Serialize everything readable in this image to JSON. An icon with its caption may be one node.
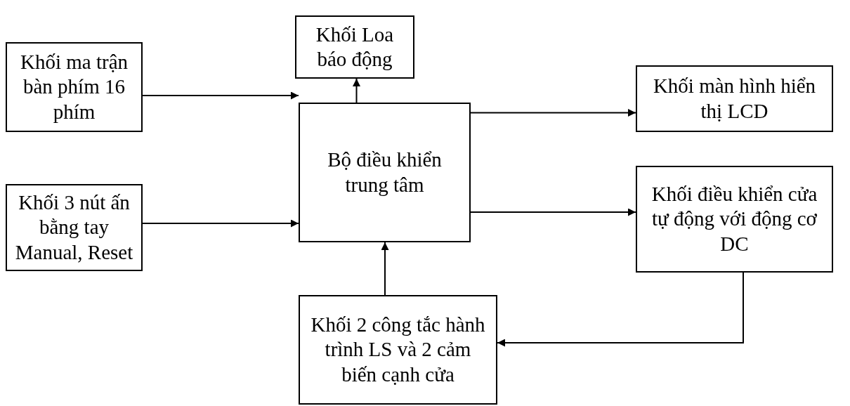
{
  "diagram": {
    "nodes": [
      {
        "text": [
          "Khối Loa báo động"
        ]
      },
      {
        "text": [
          "Khối ma trận bàn phím 16 phím"
        ]
      },
      {
        "text": [
          "Khối màn hình hiển thị LCD"
        ]
      },
      {
        "text": [
          "Bộ điều khiển trung tâm"
        ]
      },
      {
        "text": [
          "Khối 3 nút ấn bằng tay Manual, Reset"
        ]
      },
      {
        "text": [
          "Khối điều khiển cửa tự động với động cơ DC"
        ]
      },
      {
        "text": [
          "Khối 2 công tắc hành trình LS và 2 cảm biến cạnh cửa"
        ]
      }
    ],
    "edges": [
      {
        "from": 1,
        "to": 3,
        "arrow": "to"
      },
      {
        "from": 4,
        "to": 3,
        "arrow": "to"
      },
      {
        "from": 3,
        "to": 0,
        "arrow": "to"
      },
      {
        "from": 3,
        "to": 2,
        "arrow": "to"
      },
      {
        "from": 3,
        "to": 5,
        "arrow": "to"
      },
      {
        "from": 6,
        "to": 3,
        "arrow": "to"
      },
      {
        "from": 5,
        "to": 6,
        "arrow": "to"
      }
    ]
  }
}
